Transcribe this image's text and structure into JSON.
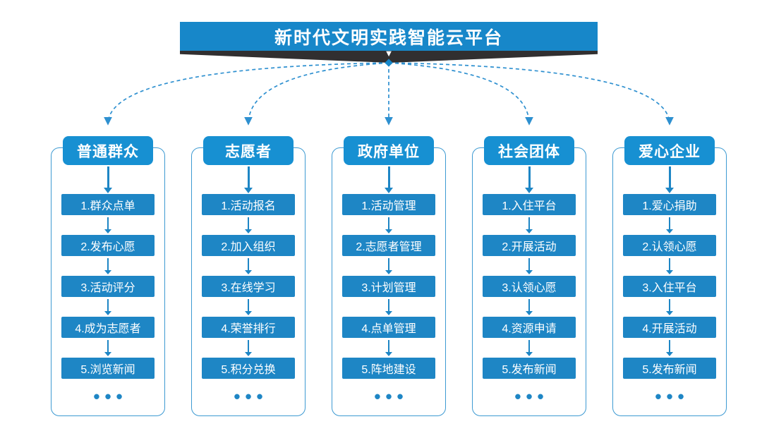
{
  "banner": {
    "title": "新时代文明实践智能云平台",
    "down_arrow_glyph": "▼"
  },
  "colors": {
    "banner_blue": "#1787c9",
    "header_blue": "#1790d2",
    "step_blue": "#1e86c5",
    "outline_blue": "#3d9ad2",
    "dash_blue": "#2e90d0",
    "dark": "#312f30"
  },
  "columns": [
    {
      "header": "普通群众",
      "steps": [
        "1.群众点单",
        "2.发布心愿",
        "3.活动评分",
        "4.成为志愿者",
        "5.浏览新闻"
      ],
      "more": "•••"
    },
    {
      "header": "志愿者",
      "steps": [
        "1.活动报名",
        "2.加入组织",
        "3.在线学习",
        "4.荣誉排行",
        "5.积分兑换"
      ],
      "more": "•••"
    },
    {
      "header": "政府单位",
      "steps": [
        "1.活动管理",
        "2.志愿者管理",
        "3.计划管理",
        "4.点单管理",
        "5.阵地建设"
      ],
      "more": "•••"
    },
    {
      "header": "社会团体",
      "steps": [
        "1.入住平台",
        "2.开展活动",
        "3.认领心愿",
        "4.资源申请",
        "5.发布新闻"
      ],
      "more": "•••"
    },
    {
      "header": "爱心企业",
      "steps": [
        "1.爱心捐助",
        "2.认领心愿",
        "3.入住平台",
        "4.开展活动",
        "5.发布新闻"
      ],
      "more": "•••"
    }
  ]
}
